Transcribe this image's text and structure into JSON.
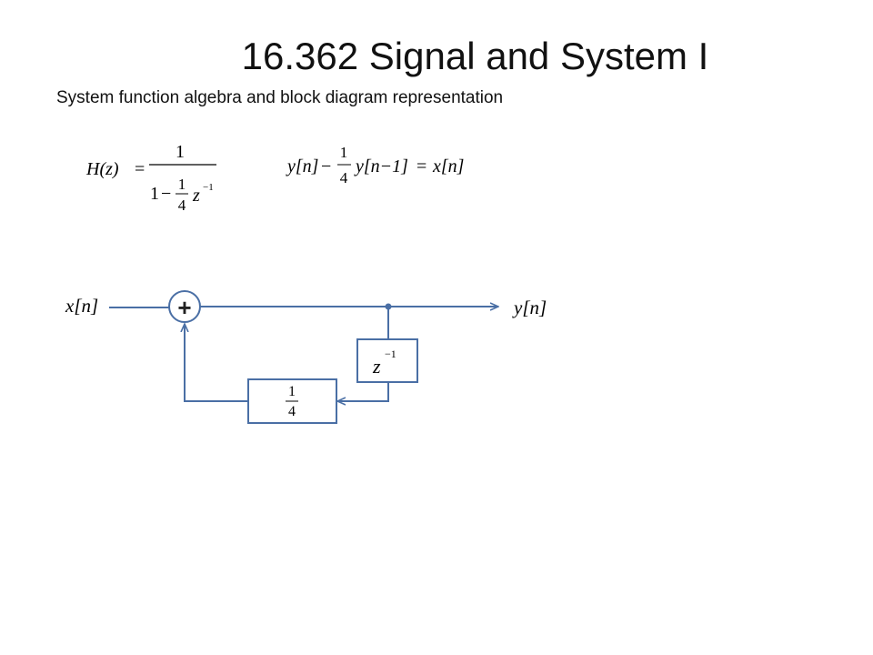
{
  "slide": {
    "title": "16.362 Signal and System I",
    "subtitle": "System function algebra and block diagram representation"
  },
  "equations": {
    "transfer": {
      "lhs": "H(z)",
      "equals": "=",
      "numerator": "1",
      "den_one": "1",
      "den_minus": "−",
      "frac_num": "1",
      "frac_den": "4",
      "z": "z",
      "z_exp": "−1"
    },
    "difference": {
      "yn": "y[n]",
      "minus": "−",
      "frac_num": "1",
      "frac_den": "4",
      "yn1": "y[n−1]",
      "equals": "=",
      "xn": "x[n]"
    }
  },
  "block_diagram": {
    "input_label": "x[n]",
    "output_label": "y[n]",
    "adder_symbol": "+",
    "delay": {
      "z": "z",
      "exp": "−1"
    },
    "gain": {
      "num": "1",
      "den": "4"
    },
    "line_color": "#4a6fa5"
  }
}
